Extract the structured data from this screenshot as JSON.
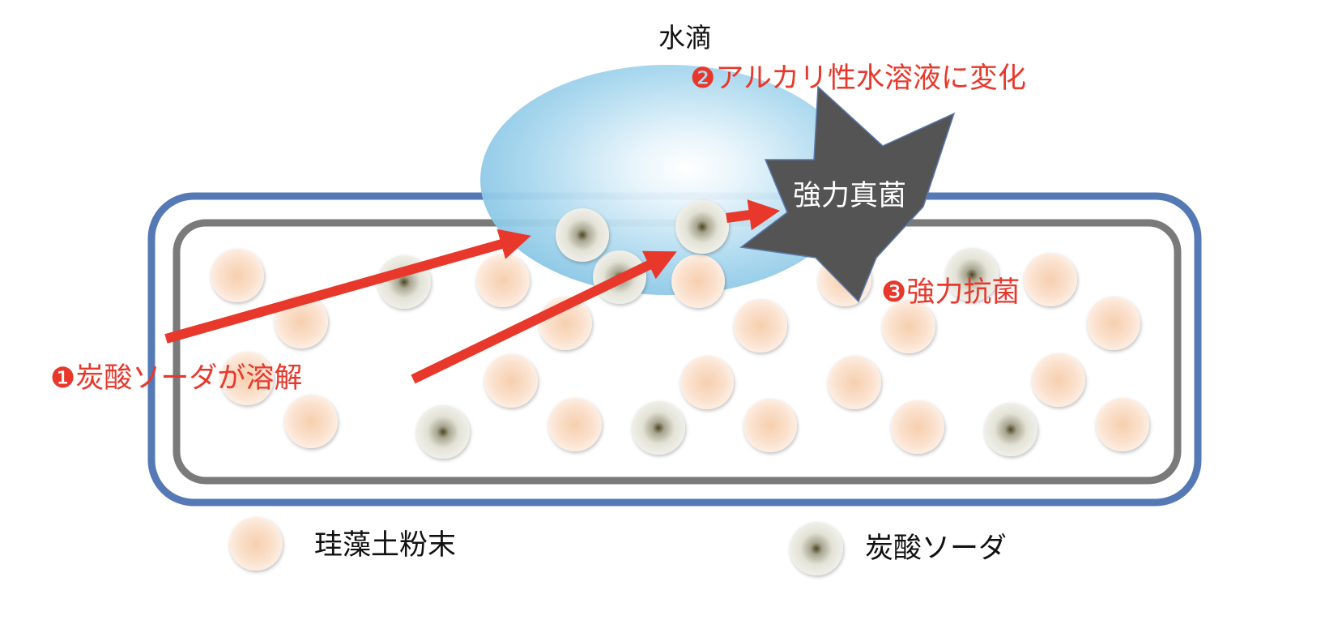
{
  "labels": {
    "water_drop": "水滴",
    "step2": "❷アルカリ性水溶液に変化",
    "star": "強力真菌",
    "step3": "❸強力抗菌",
    "step1": "❶炭酸ソーダが溶解"
  },
  "legend": {
    "diatomite": "珪藻土粉末",
    "soda": "炭酸ソーダ"
  },
  "colors": {
    "annotation_red": "#E8382B",
    "outer_border": "#5479B5",
    "inner_border": "#7A7A7A",
    "star_fill": "#545454",
    "drop_edge": "#8ECAE6",
    "diatomite_edge": "#F3CDAE",
    "soda_center": "#5F5A2E"
  }
}
